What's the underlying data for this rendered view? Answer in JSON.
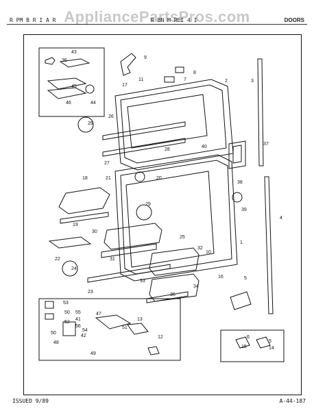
{
  "header": {
    "watermark": "AppliancePartsPros.com",
    "left": "R PM B  R I   A  R",
    "middle": "R BN  M  REI  4 I",
    "right": "DOORS"
  },
  "footer": {
    "issued": "ISSUED 9/89",
    "code": "A-44-187"
  },
  "callouts": [
    "43",
    "36",
    "45",
    "46",
    "44",
    "9",
    "8",
    "7",
    "2",
    "3",
    "17",
    "11",
    "29",
    "26",
    "37",
    "27",
    "28",
    "40",
    "21",
    "20",
    "38",
    "18",
    "39",
    "4",
    "19",
    "29",
    "25",
    "1",
    "30",
    "32",
    "22",
    "31",
    "10",
    "24",
    "16",
    "33",
    "23",
    "35",
    "34",
    "5",
    "53",
    "50",
    "55",
    "41",
    "52",
    "56",
    "54",
    "47",
    "13",
    "50",
    "42",
    "51",
    "12",
    "48",
    "49",
    "6",
    "5",
    "15",
    "14"
  ]
}
